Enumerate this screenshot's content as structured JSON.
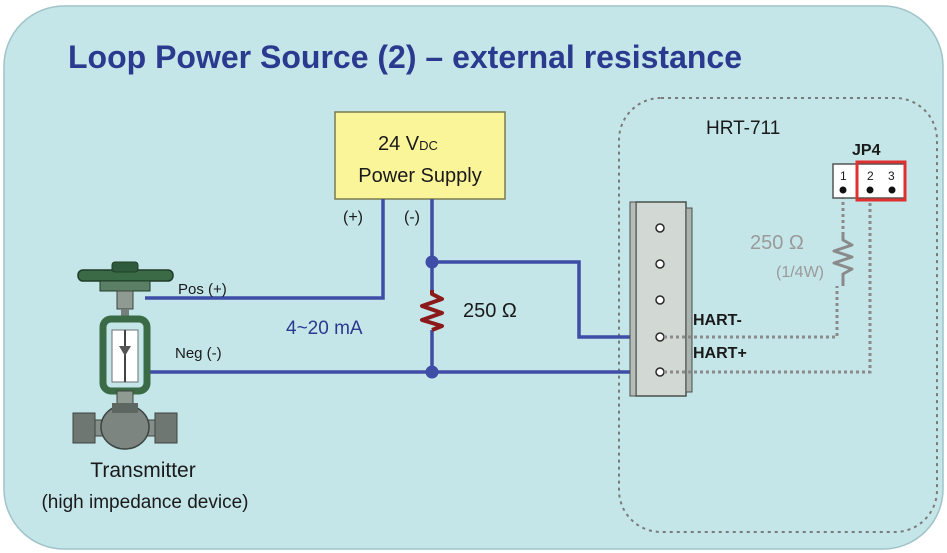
{
  "title": "Loop Power Source (2) – external resistance",
  "power_supply": {
    "line1_main": "24 V",
    "line1_sub": "DC",
    "line2": "Power Supply",
    "pos_label": "(+)",
    "neg_label": "(-)"
  },
  "resistor_main": {
    "label": "250 Ω"
  },
  "current_label": "4~20 mA",
  "transmitter": {
    "pos_label": "Pos (+)",
    "neg_label": "Neg (-)",
    "name": "Transmitter",
    "subtitle": "(high impedance device)"
  },
  "module": {
    "name": "HRT-711",
    "jumper": {
      "name": "JP4",
      "pins": [
        "1",
        "2",
        "3"
      ]
    },
    "internal_resistor": {
      "value": "250 Ω",
      "rating": "(1/4W)"
    },
    "terminal_minus": "HART-",
    "terminal_plus": "HART+"
  },
  "colors": {
    "background": "#c5e6e9",
    "wire": "#3e4da6",
    "resistor": "#8b1a1a",
    "title": "#2a3a8f",
    "supply_fill": "#fbf59a",
    "jumper_highlight": "#e03030"
  }
}
